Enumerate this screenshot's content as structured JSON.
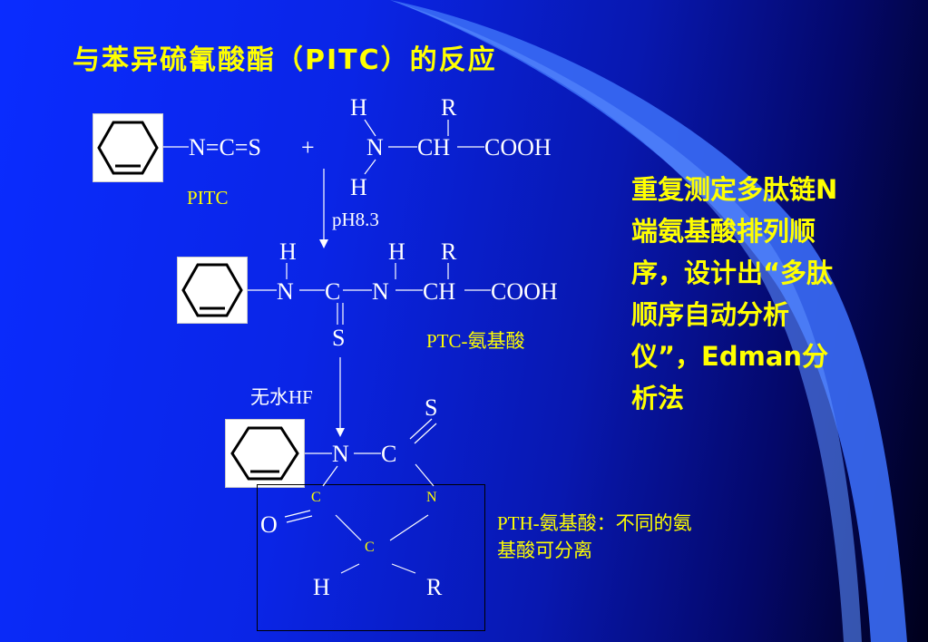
{
  "title": "与苯异硫氰酸酯（PITC）的反应",
  "labels": {
    "h": "H",
    "r": "R",
    "n": "N",
    "c": "C",
    "s": "S",
    "o": "O",
    "ch": "CH",
    "cooh": "COOH",
    "ncs": "N=C=S",
    "plus": "+",
    "pitc": "PITC",
    "ph": "pH8.3",
    "hf": "无水HF",
    "ptc": "PTC-氨基酸",
    "pth": "PTH-氨基酸：不同的氨基酸可分离"
  },
  "note": "重复测定多肽链N端氨基酸排列顺序，设计出“多肽顺序自动分析仪”，Edman分析法",
  "colors": {
    "background": "#0a22e0",
    "accent_yellow": "#ffff00",
    "text_white": "#ffffff",
    "decor_blue": "#3a6cf5"
  }
}
